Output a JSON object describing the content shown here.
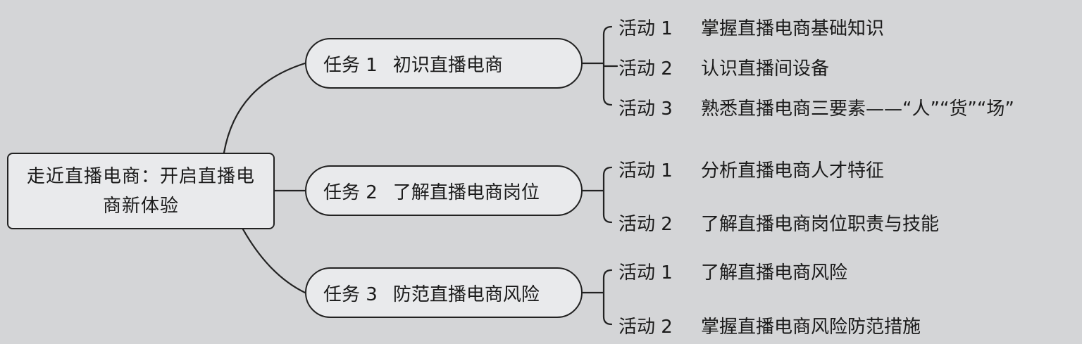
{
  "root": {
    "title": "走近直播电商：开启直播电商新体验"
  },
  "tasks": [
    {
      "label": "任务 1",
      "title": "初识直播电商",
      "activities": [
        {
          "label": "活动 1",
          "title": "掌握直播电商基础知识"
        },
        {
          "label": "活动 2",
          "title": "认识直播间设备"
        },
        {
          "label": "活动 3",
          "title": "熟悉直播电商三要素——“人”“货”“场”"
        }
      ]
    },
    {
      "label": "任务 2",
      "title": "了解直播电商岗位",
      "activities": [
        {
          "label": "活动 1",
          "title": "分析直播电商人才特征"
        },
        {
          "label": "活动 2",
          "title": "了解直播电商岗位职责与技能"
        }
      ]
    },
    {
      "label": "任务 3",
      "title": "防范直播电商风险",
      "activities": [
        {
          "label": "活动 1",
          "title": "了解直播电商风险"
        },
        {
          "label": "活动 2",
          "title": "掌握直播电商风险防范措施"
        }
      ]
    }
  ]
}
